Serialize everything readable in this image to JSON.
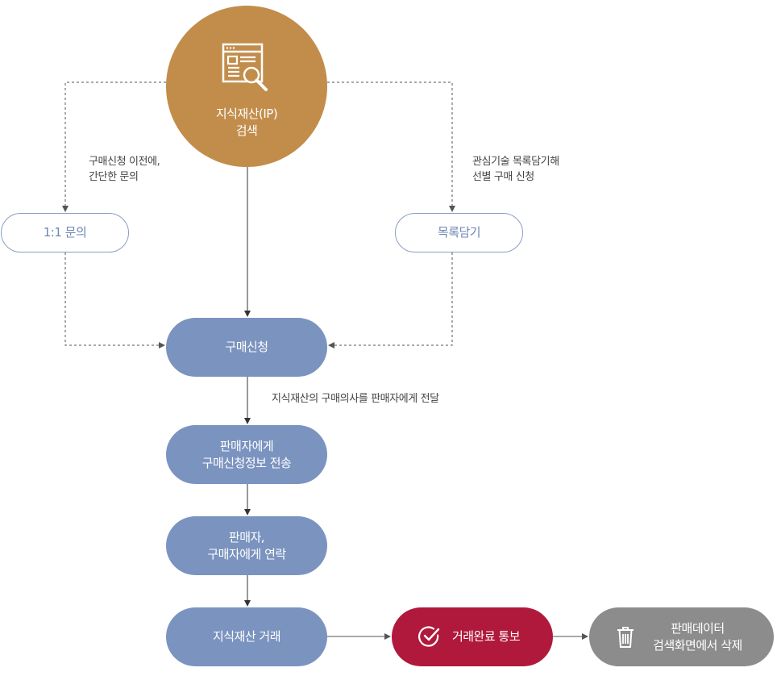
{
  "top_node": {
    "lines": [
      "지식재산(IP)",
      "검색"
    ],
    "icon": "document-search-icon"
  },
  "left_note": {
    "lines": [
      "구매신청 이전에,",
      "간단한 문의"
    ]
  },
  "right_note": {
    "lines": [
      "관심기술 목록담기해",
      "선별 구매 신청"
    ]
  },
  "left_branch": {
    "label": "1:1 문의"
  },
  "right_branch": {
    "label": "목록담기"
  },
  "steps": [
    {
      "lines": [
        "구매신청"
      ]
    },
    {
      "lines": [
        "판매자에게",
        "구매신청정보 전송"
      ]
    },
    {
      "lines": [
        "판매자,",
        "구매자에게 연락"
      ]
    },
    {
      "lines": [
        "지식재산 거래"
      ]
    }
  ],
  "step_note": "지식재산의 구매의사를 판매자에게 전달",
  "complete": {
    "label": "거래완료 통보",
    "icon": "check-circle-icon"
  },
  "delete": {
    "lines": [
      "판매데이터",
      "검색화면에서 삭제"
    ],
    "icon": "trash-icon"
  },
  "colors": {
    "top_node": "#c28d4b",
    "step": "#7b93bf",
    "complete": "#b0193b",
    "delete": "#8c8c8c",
    "outline": "#8a9ec0"
  }
}
